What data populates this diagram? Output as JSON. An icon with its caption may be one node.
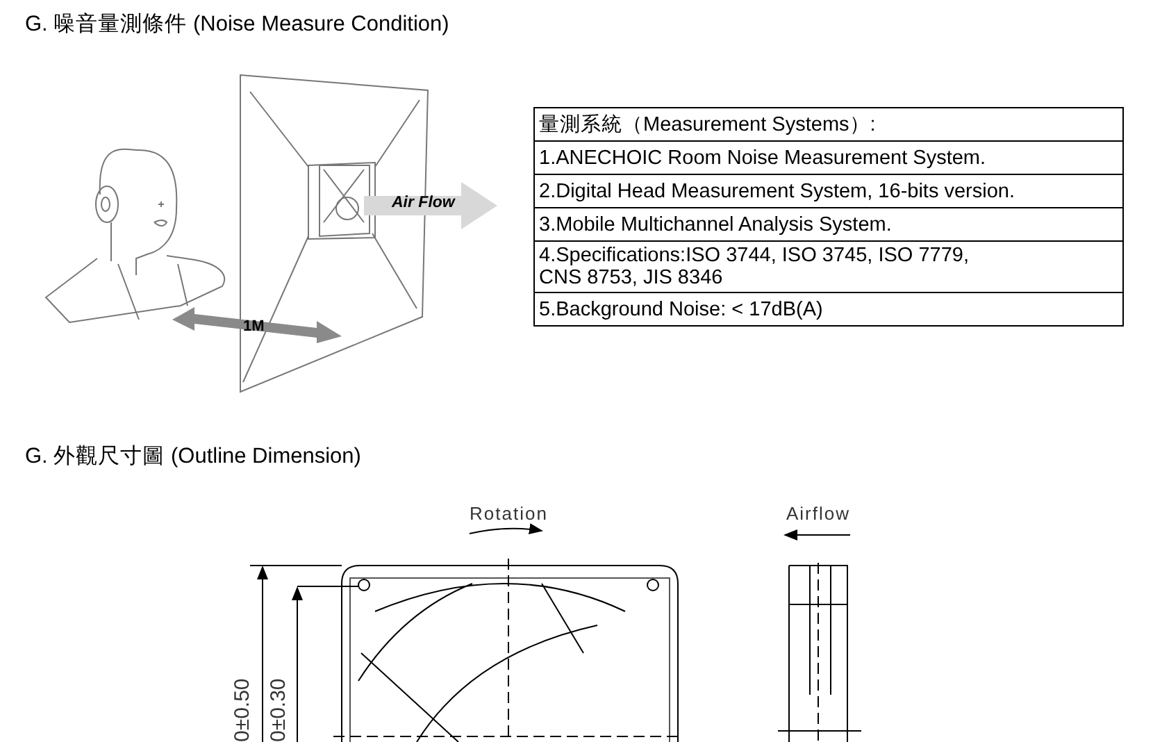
{
  "diagram": {
    "labels": [
      "G. 噪音量測條件 (Noise Measure Condition)",
      "Air Flow",
      "1M",
      "量測系統（Measurement Systems）:",
      "1.ANECHOIC Room Noise Measurement System.",
      "2.Digital Head Measurement System, 16-bits version.",
      "3.Mobile Multichannel Analysis System.",
      "4.Specifications:ISO 3744, ISO 3745, ISO 7779, CNS 8753, JIS 8346",
      "5.Background Noise: < 17dB(A)",
      "G. 外觀尺寸圖 (Outline Dimension)",
      "Rotation",
      "Airflow",
      "0±0.50",
      "0±0.30"
    ]
  }
}
